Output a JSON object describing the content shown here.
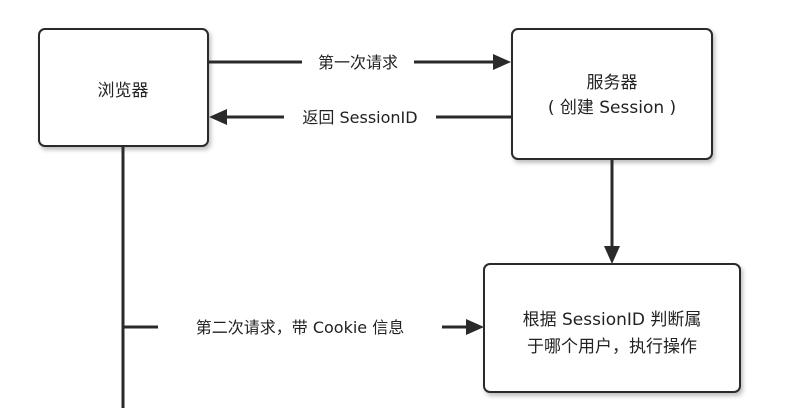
{
  "nodes": {
    "browser": {
      "label": "浏览器"
    },
    "server": {
      "line1": "服务器",
      "line2": "( 创建 Session )"
    },
    "judge": {
      "line1": "根据 SessionID 判断属",
      "line2": "于哪个用户，执行操作"
    }
  },
  "edges": {
    "first_request": "第一次请求",
    "return_session": "返回 SessionID",
    "second_request": "第二次请求，带 Cookie 信息"
  }
}
